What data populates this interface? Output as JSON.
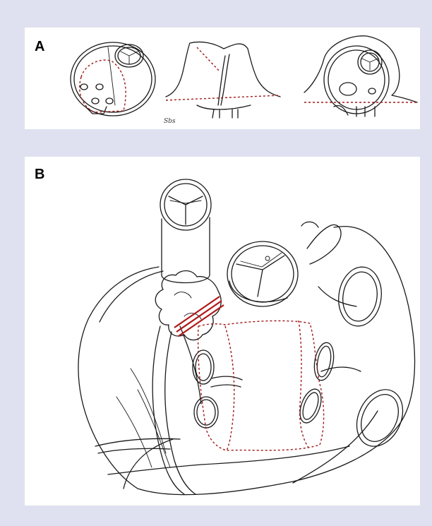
{
  "panels": {
    "a": {
      "label": "A",
      "signature": "Sbs"
    },
    "b": {
      "label": "B"
    }
  },
  "colors": {
    "background": "#dfe1f0",
    "panel": "#ffffff",
    "outline": "#1a1a1a",
    "incision_dash": "#a01818",
    "incision_solid": "#b01818"
  }
}
